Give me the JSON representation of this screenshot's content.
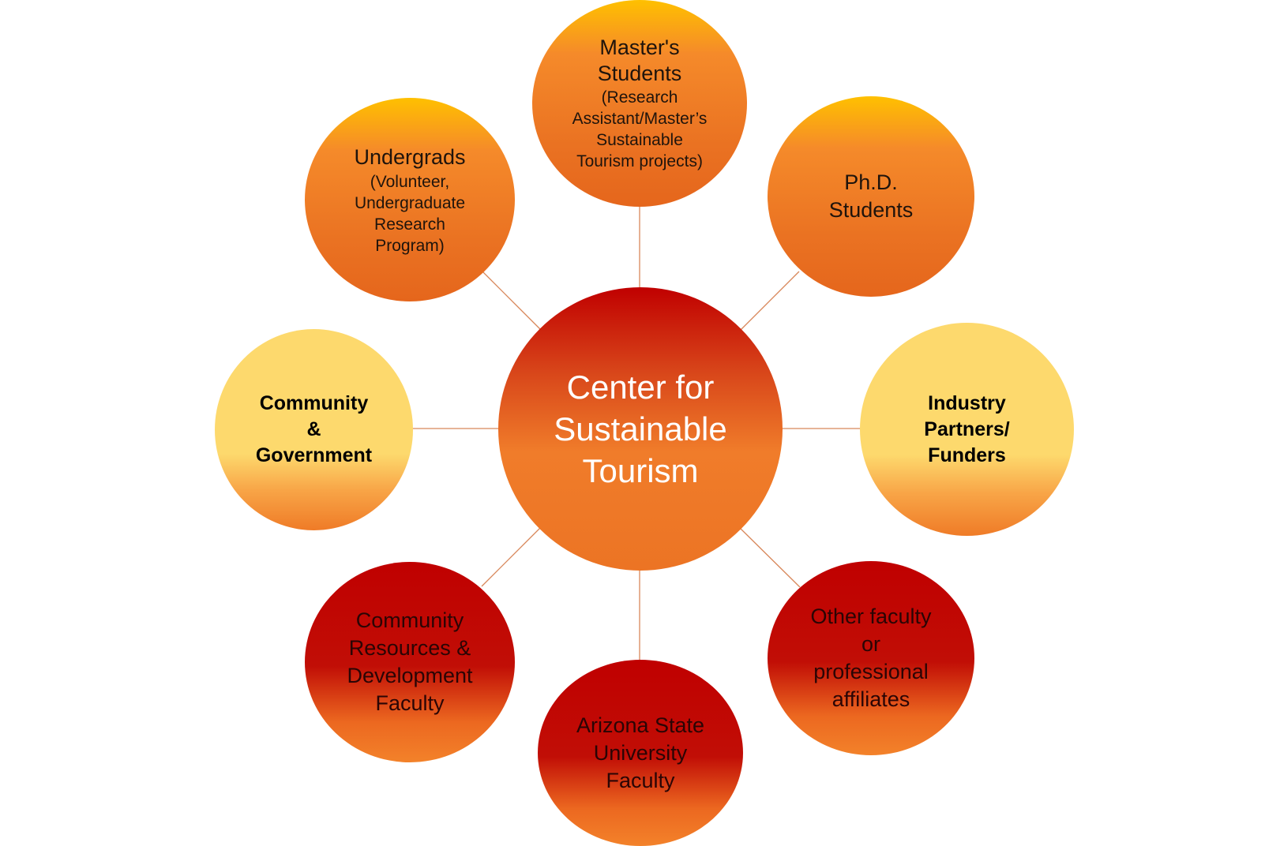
{
  "center": {
    "label": "Center for\nSustainable\nTourism"
  },
  "nodes": {
    "masters": {
      "title": "Master's\nStudents",
      "subtitle": "(Research\nAssistant/Master’s\nSustainable\nTourism projects)"
    },
    "phd": {
      "title": "Ph.D.\nStudents"
    },
    "undergrads": {
      "title": "Undergrads",
      "subtitle": "(Volunteer,\nUndergraduate\nResearch\nProgram)"
    },
    "community_government": {
      "title": "Community\n&\nGovernment"
    },
    "industry_partners": {
      "title": "Industry\nPartners/\nFunders"
    },
    "crd_faculty": {
      "title": "Community\nResources &\nDevelopment\nFaculty"
    },
    "asu_faculty": {
      "title": "Arizona State\nUniversity\nFaculty"
    },
    "other_faculty": {
      "title": "Other faculty\nor\nprofessional\naffiliates"
    }
  },
  "colors": {
    "orange_node": "#ed7423",
    "yellow_node": "#fdd96d",
    "red_node": "#c00000",
    "connector": "#d8875a"
  }
}
